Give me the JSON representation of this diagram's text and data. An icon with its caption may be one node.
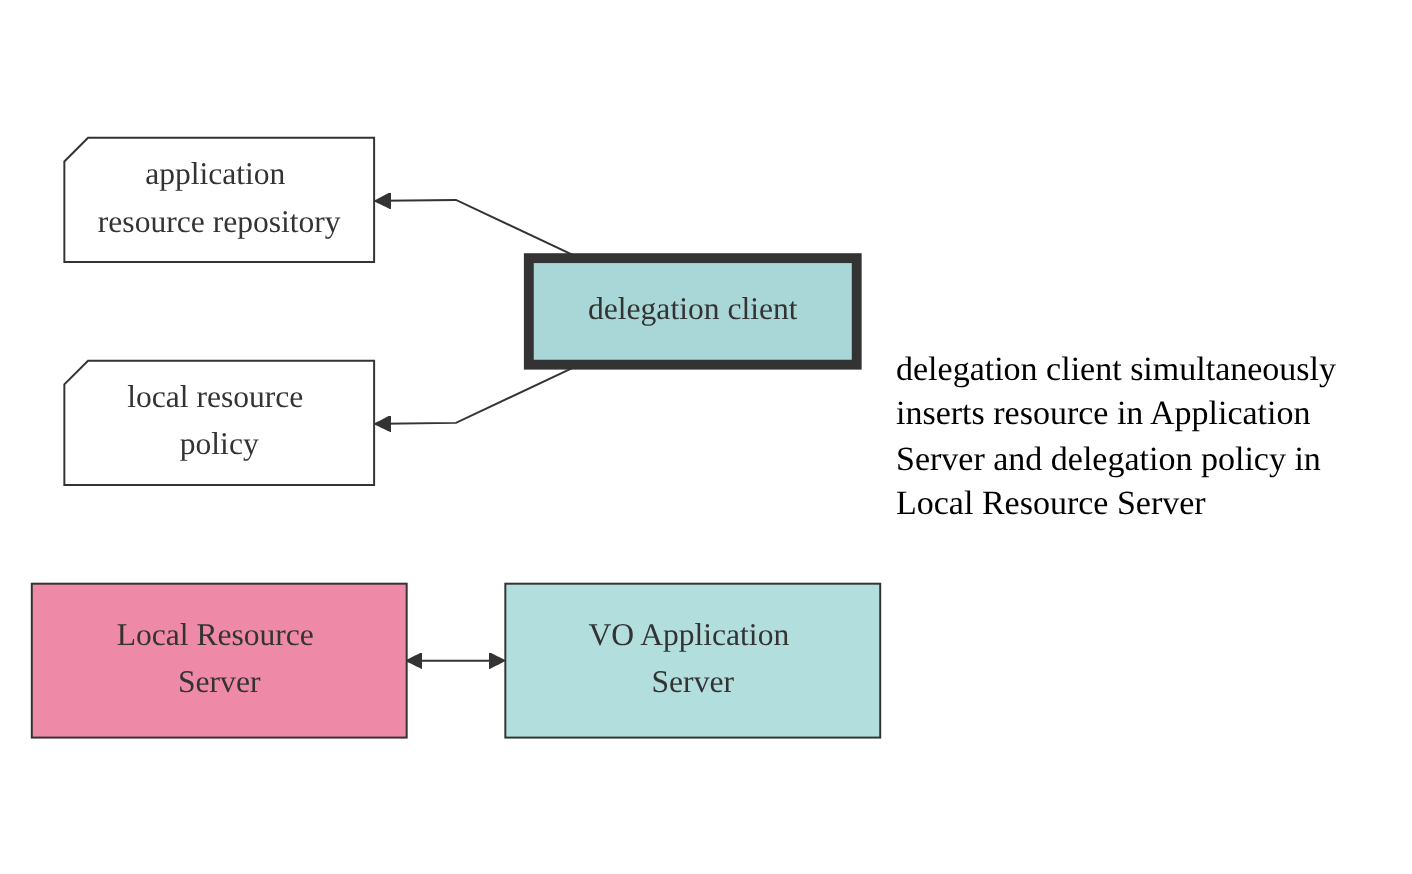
{
  "diagram": {
    "nodes": [
      {
        "text": [
          "delegation client"
        ]
      },
      {
        "text": [
          "VO Application Server"
        ]
      },
      {
        "text": [
          "application resource repository"
        ]
      },
      {
        "text": [
          "Local Resource Server"
        ]
      },
      {
        "text": [
          "local resource policy"
        ]
      }
    ],
    "edges": [
      {
        "from": 0,
        "to": 2,
        "arrow": "to"
      },
      {
        "from": 0,
        "to": 4,
        "arrow": "to"
      },
      {
        "from": 1,
        "to": 3,
        "arrow": "both"
      }
    ],
    "labels": [
      "delegation client simultaneously inserts resource in Application Server and delegation policy in Local Resource Server"
    ]
  }
}
